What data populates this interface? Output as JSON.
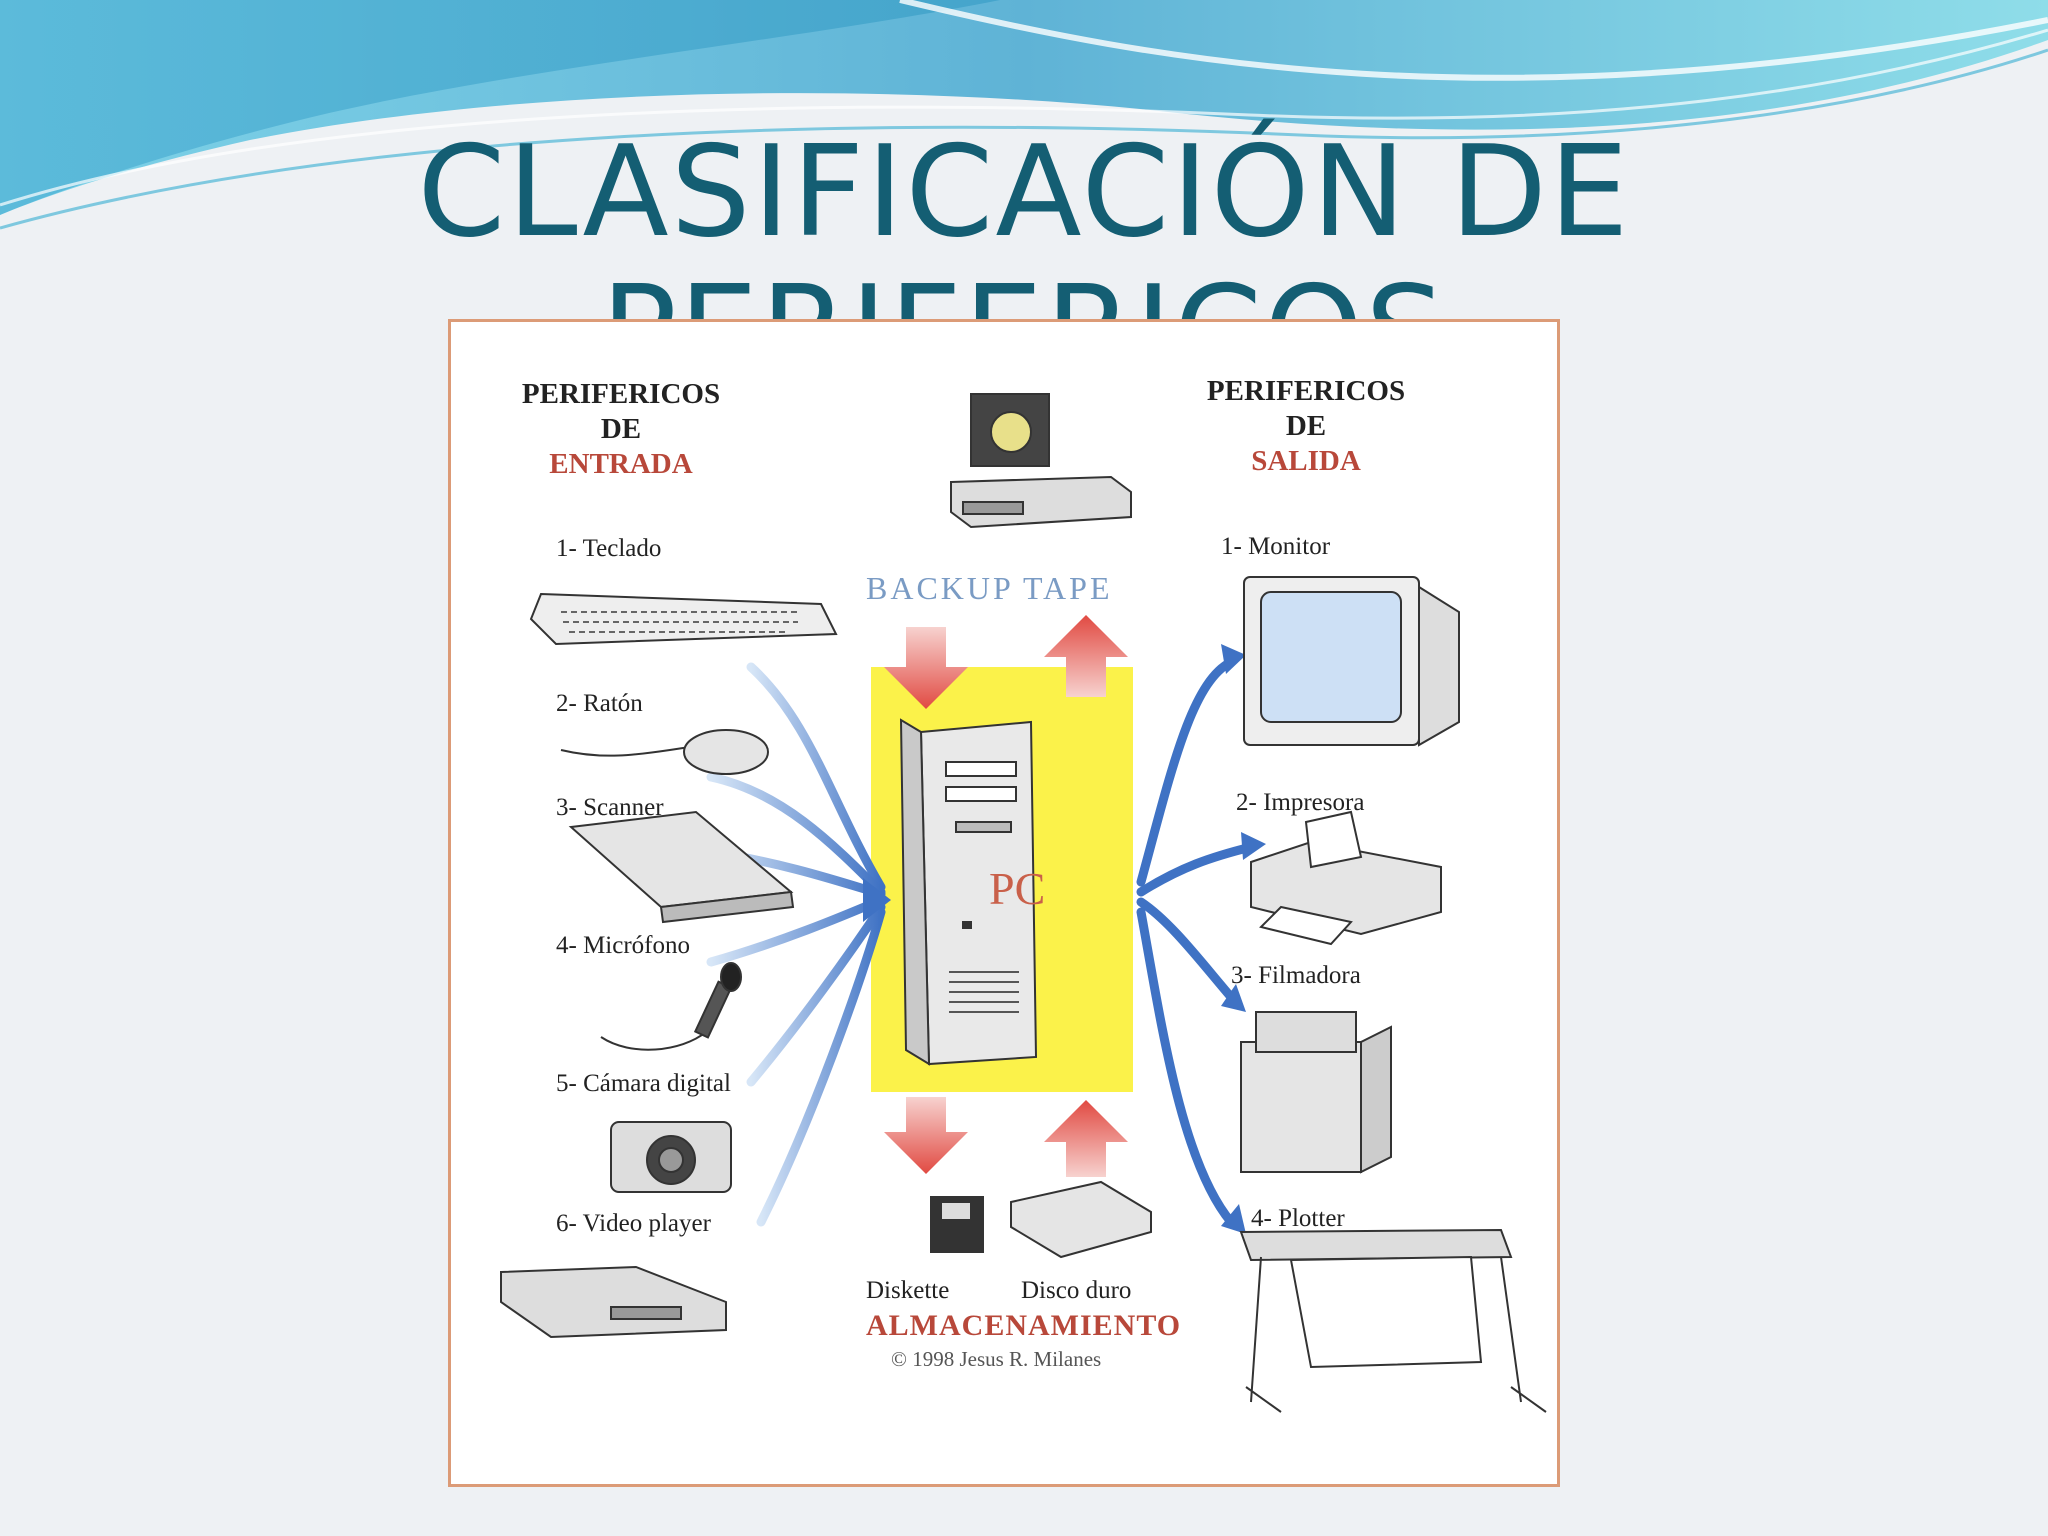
{
  "slide": {
    "title": "CLASIFICACIÓN DE PERIFERICOS"
  },
  "figure": {
    "input_header": [
      "PERIFERICOS",
      "DE",
      "ENTRADA"
    ],
    "output_header": [
      "PERIFERICOS",
      "DE",
      "SALIDA"
    ],
    "input_items": [
      "1- Teclado",
      "2- Ratón",
      "3- Scanner",
      "4- Micrófono",
      "5- Cámara digital",
      "6- Video player"
    ],
    "output_items": [
      "1- Monitor",
      "2- Impresora",
      "3- Filmadora",
      "4- Plotter"
    ],
    "backup_label": "BACKUP TAPE",
    "center_label": "PC",
    "storage_items": [
      "Diskette",
      "Disco duro"
    ],
    "storage_label": "ALMACENAMIENTO",
    "copyright": "© 1998 Jesus R. Milanes"
  },
  "colors": {
    "title": "#145e73",
    "figure_border": "#dc9b77",
    "center_box": "#fbf24a",
    "flow_arrows": "#3f72c4",
    "storage_arrows": "#e14a42",
    "header_accent": "#b8483a"
  }
}
